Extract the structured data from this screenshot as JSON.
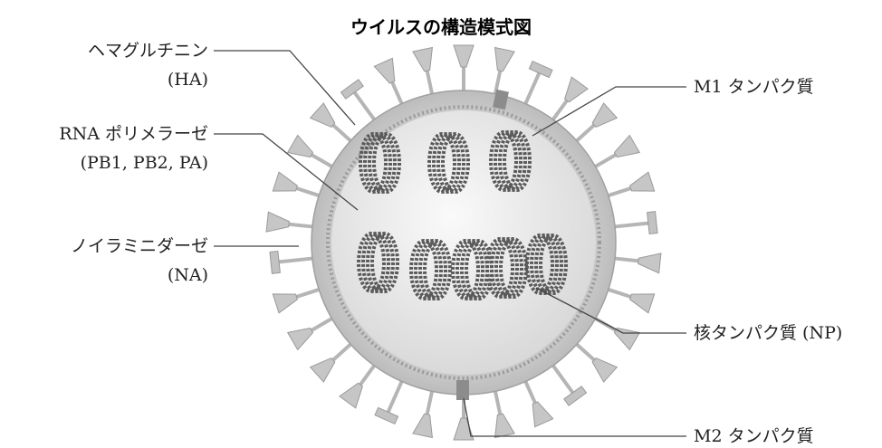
{
  "title": "ウイルスの構造模式図",
  "labels": {
    "hemagglutinin": "ヘマグルチニン",
    "hemagglutinin_abbr": "(HA)",
    "rna_polymerase": "RNA ポリメラーゼ",
    "rna_polymerase_abbr": "(PB1, PB2, PA)",
    "neuraminidase": "ノイラミニダーゼ",
    "neuraminidase_abbr": "(NA)",
    "m1_protein": "M1 タンパク質",
    "nucleoprotein": "核タンパク質 (NP)",
    "m2_protein": "M2 タンパク質"
  },
  "colors": {
    "envelope_outer": "#c8c8c8",
    "envelope_inner": "#e6e6e6",
    "core": "#f2f2f2",
    "spike": "#b8b8b8",
    "rna_coil": "#555555",
    "leader_line": "#444444"
  }
}
